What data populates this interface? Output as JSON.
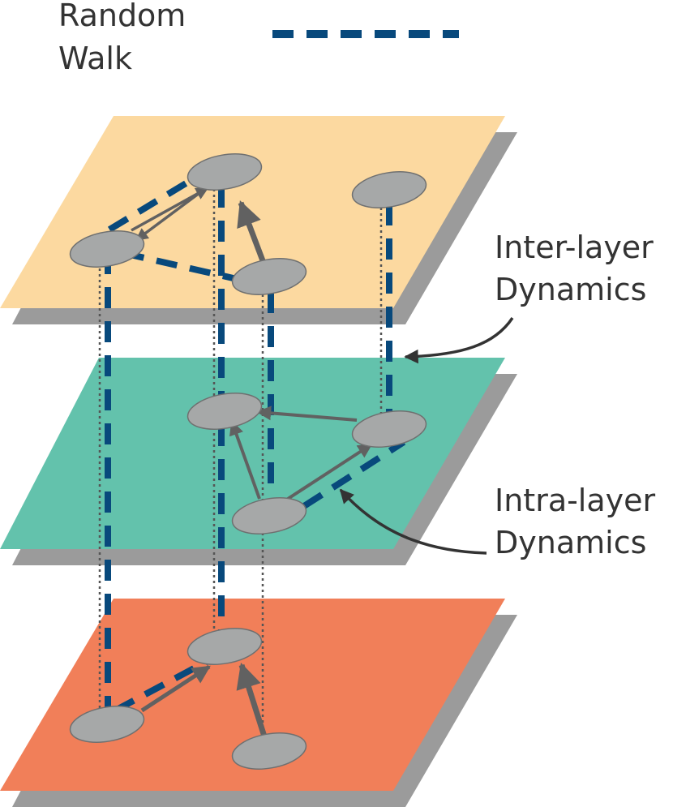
{
  "legend": {
    "label_line1": "Random",
    "label_line2": "Walk"
  },
  "annotations": {
    "inter_layer_line1": "Inter-layer",
    "inter_layer_line2": "Dynamics",
    "intra_layer_line1": "Intra-layer",
    "intra_layer_line2": "Dynamics"
  },
  "colors": {
    "top_layer": "#fcd9a0",
    "middle_layer": "#63c2ac",
    "bottom_layer": "#f17f59",
    "layer_shadow": "#9b9b9b",
    "node_fill": "#a6a8a8",
    "node_stroke": "#6f7070",
    "edge": "#616161",
    "random_walk": "#08497c",
    "vertical_dotted": "#555555",
    "annotation_text": "#333333"
  }
}
